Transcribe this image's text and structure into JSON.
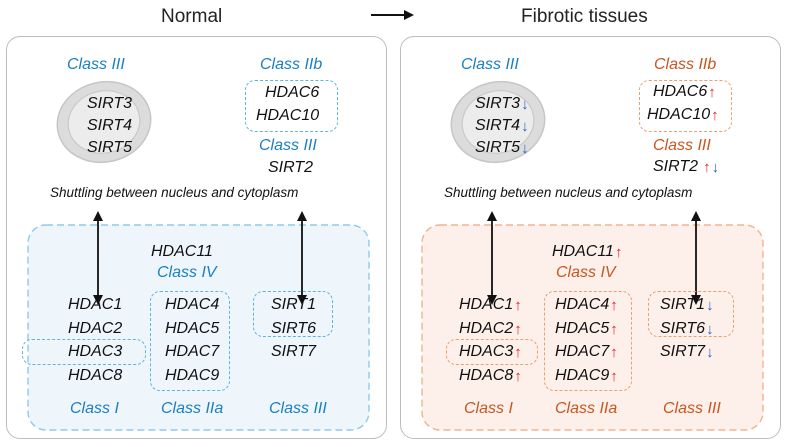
{
  "header": {
    "left_title": "Normal",
    "right_title": "Fibrotic tissues"
  },
  "colors": {
    "normal_class": "#1a7fc3",
    "fibrotic_class": "#c8561f",
    "up_arrow": "#e0242a",
    "down_arrow": "#2f5fc9",
    "normal_nucleus_fill": "#eef6fc",
    "fibrotic_nucleus_fill": "#fdf0ea"
  },
  "shuttling_text": "Shuttling between nucleus and cytoplasm",
  "normal": {
    "mito_class": "Class III",
    "mito_genes": [
      "SIRT3",
      "SIRT4",
      "SIRT5"
    ],
    "class_iib": "Class IIb",
    "iib_genes": [
      "HDAC6",
      "HDAC10"
    ],
    "class_iii_cyto": "Class III",
    "sirt2": "SIRT2",
    "hdac11": "HDAC11",
    "class_iv": "Class IV",
    "class_i_genes": [
      "HDAC1",
      "HDAC2",
      "HDAC3",
      "HDAC8"
    ],
    "class_iia_genes": [
      "HDAC4",
      "HDAC5",
      "HDAC7",
      "HDAC9"
    ],
    "class_iii_nuc_genes": [
      "SIRT1",
      "SIRT6",
      "SIRT7"
    ],
    "class_i": "Class I",
    "class_iia": "Class IIa",
    "class_iii_nuc": "Class III"
  },
  "fibrotic": {
    "mito_class": "Class III",
    "mito_genes": [
      "SIRT3",
      "SIRT4",
      "SIRT5"
    ],
    "class_iib": "Class IIb",
    "iib_genes": [
      "HDAC6",
      "HDAC10"
    ],
    "class_iii_cyto": "Class III",
    "sirt2": "SIRT2",
    "hdac11": "HDAC11",
    "class_iv": "Class IV",
    "class_i_genes": [
      "HDAC1",
      "HDAC2",
      "HDAC3",
      "HDAC8"
    ],
    "class_iia_genes": [
      "HDAC4",
      "HDAC5",
      "HDAC7",
      "HDAC9"
    ],
    "class_iii_nuc_genes": [
      "SIRT1",
      "SIRT6",
      "SIRT7"
    ],
    "class_i": "Class I",
    "class_iia": "Class IIa",
    "class_iii_nuc": "Class III"
  }
}
